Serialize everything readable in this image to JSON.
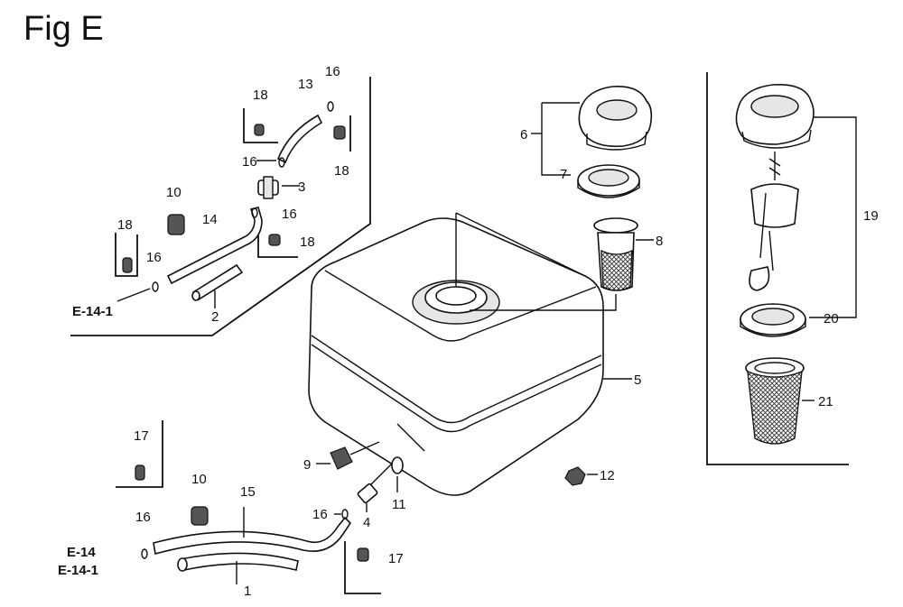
{
  "figure": {
    "title": "Fig E"
  },
  "callouts": {
    "n1": "1",
    "n2": "2",
    "n3": "3",
    "n4": "4",
    "n5": "5",
    "n6": "6",
    "n7": "7",
    "n8": "8",
    "n9": "9",
    "n10a": "10",
    "n10b": "10",
    "n11": "11",
    "n12": "12",
    "n13": "13",
    "n14": "14",
    "n15": "15",
    "n16a": "16",
    "n16b": "16",
    "n16c": "16",
    "n16d": "16",
    "n16e": "16",
    "n16f": "16",
    "n17a": "17",
    "n17b": "17",
    "n18a": "18",
    "n18b": "18",
    "n18c": "18",
    "n18d": "18",
    "n19": "19",
    "n20": "20",
    "n21": "21"
  },
  "references": {
    "e141_top": "E-14-1",
    "e14_bottom": "E-14",
    "e141_bottom": "E-14-1"
  }
}
